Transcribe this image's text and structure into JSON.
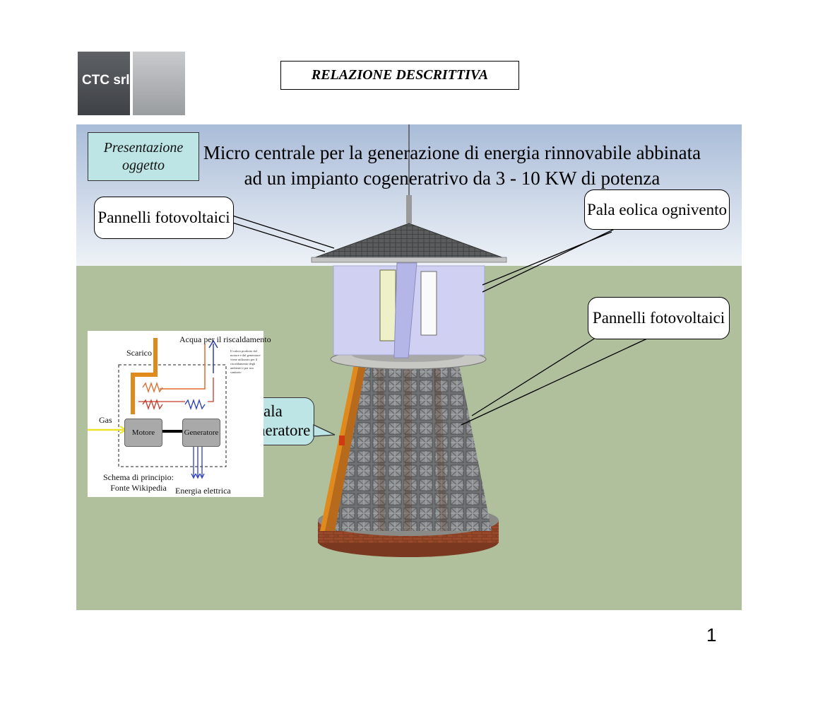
{
  "logo": {
    "text": "CTC srl"
  },
  "header": {
    "title": "RELAZIONE DESCRITTIVA"
  },
  "presentation": {
    "label": "Presentazione oggetto"
  },
  "main_title": "Micro centrale per la generazione di energia rinnovabile abbinata ad un impianto cogeneratrivo da 3 - 10 KW di potenza",
  "callouts": {
    "pannelli_top": "Pannelli fotovoltaici",
    "pala": "Pala eolica ognivento",
    "pannelli_right": "Pannelli fotovoltaici",
    "sala": "Sala cogeneratore"
  },
  "schema": {
    "acqua": "Acqua per il riscaldamento",
    "scarico": "Scarico",
    "gas": "Gas",
    "motore": "Motore",
    "generatore": "Generatore",
    "fonte": "Schema di principio: Fonte Wikipedia",
    "energia": "Energia elettrica",
    "note": "Il calore prodotto dal motore e dal generatore viene utilizzato per il riscaldamento degli ambienti e per uso sanitario"
  },
  "page_number": "1",
  "colors": {
    "sky_top": "#aebfd9",
    "ground": "#b0bf9c",
    "callout_fill": "#bde5e5",
    "roof": "#4a4a4a",
    "wind_blade": "#cfd0f2",
    "orange_pipe": "#e08a1e"
  }
}
